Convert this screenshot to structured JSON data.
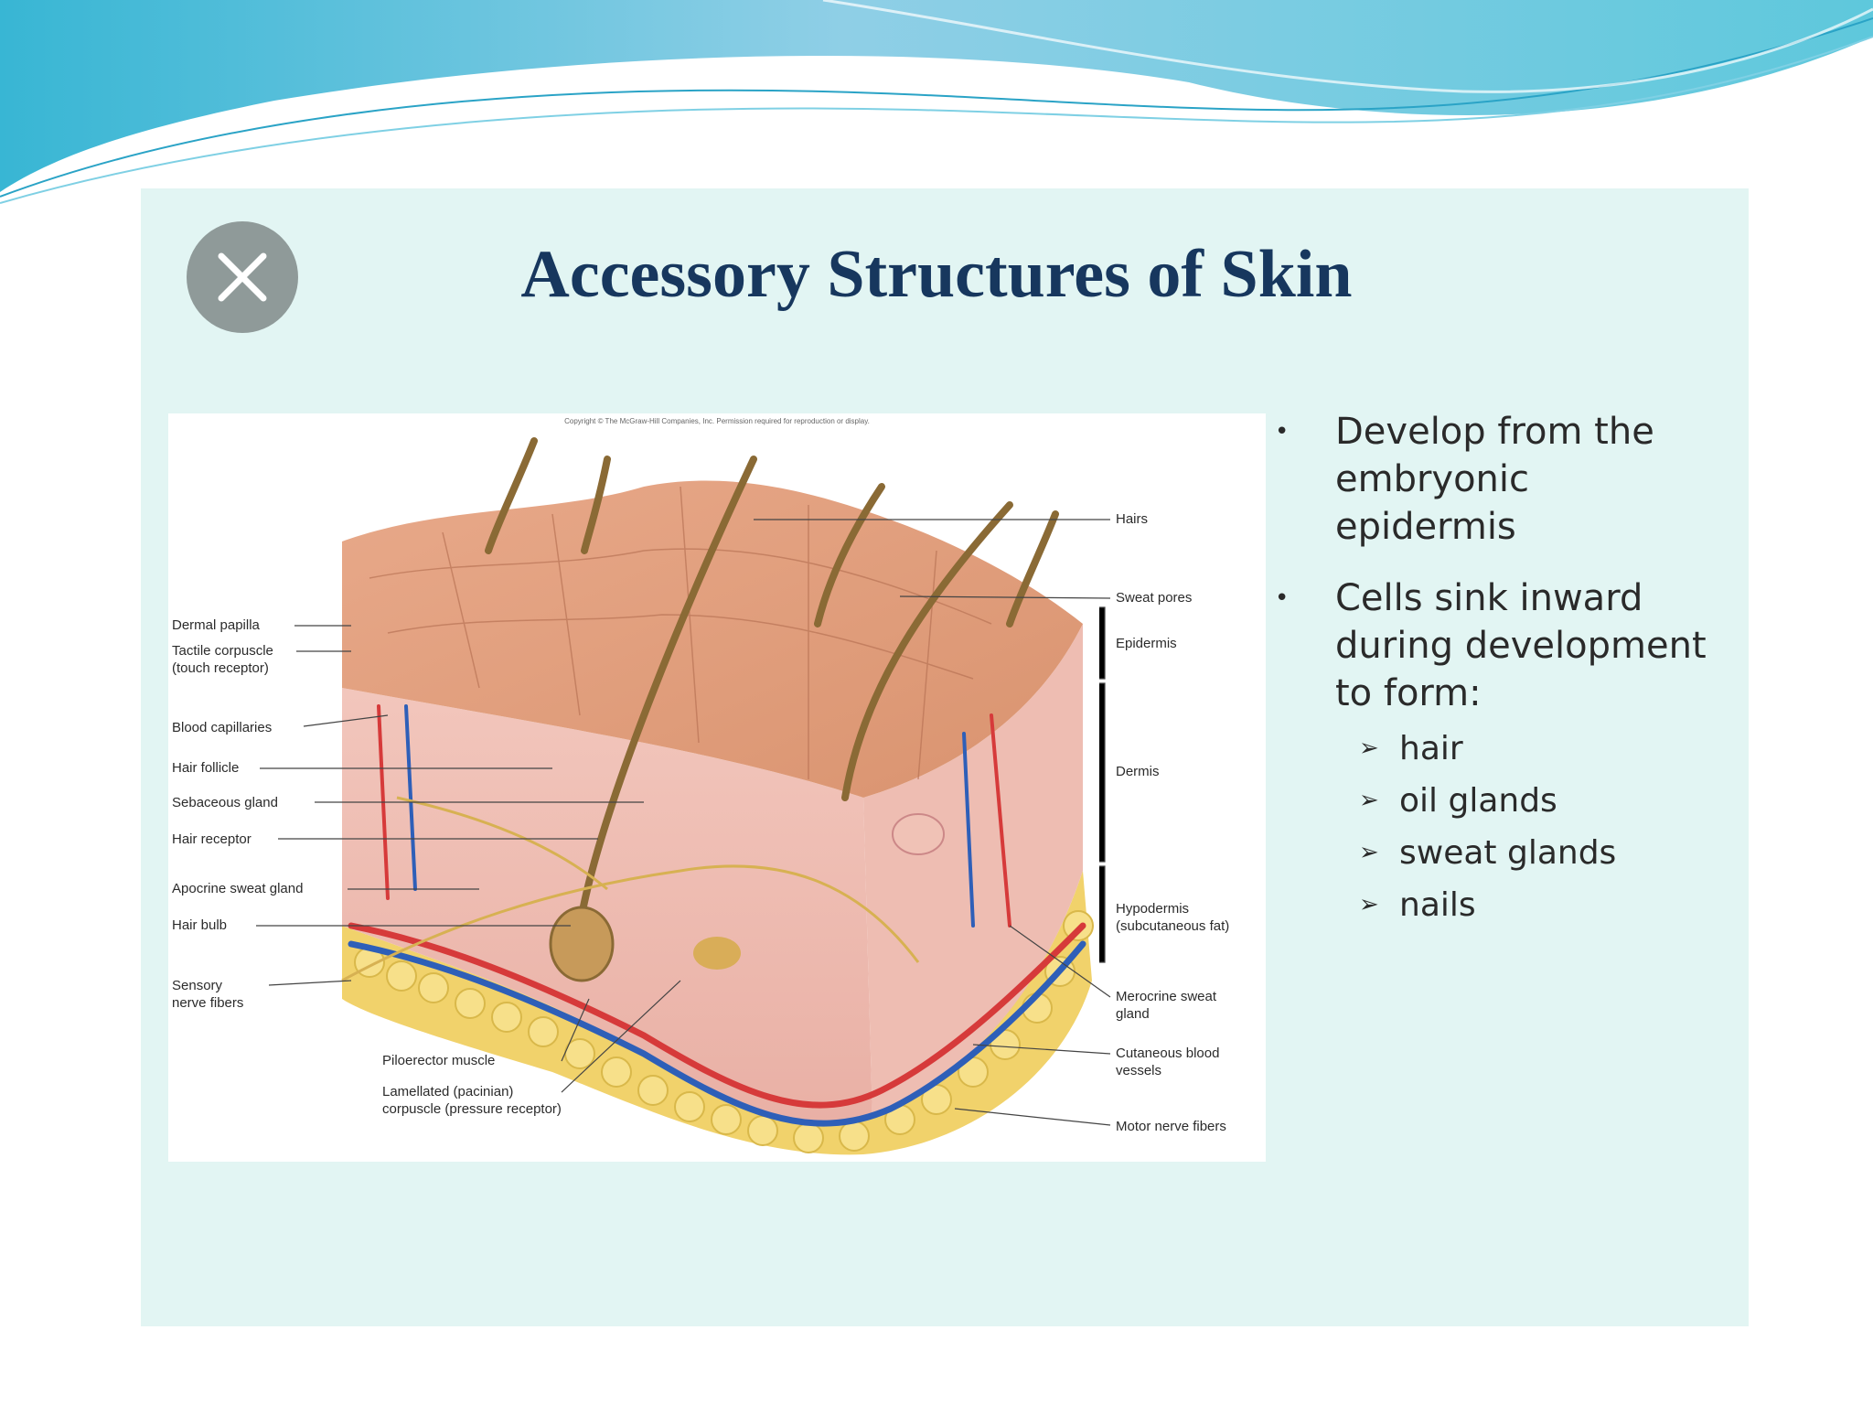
{
  "slide": {
    "title": "Accessory Structures of Skin",
    "close_icon": "close-icon"
  },
  "figure": {
    "copyright": "Copyright © The McGraw-Hill Companies, Inc. Permission required for reproduction or display.",
    "labels": {
      "dermal_papilla": "Dermal papilla",
      "tactile_corpuscle": "Tactile corpuscle\n(touch receptor)",
      "blood_capillaries": "Blood capillaries",
      "hair_follicle": "Hair follicle",
      "sebaceous_gland": "Sebaceous gland",
      "hair_receptor": "Hair receptor",
      "apocrine_sweat_gland": "Apocrine sweat gland",
      "hair_bulb": "Hair bulb",
      "sensory_nerve_fibers": "Sensory\nnerve fibers",
      "arrector_pili": "Piloerector muscle",
      "lamellated_corpuscle": "Lamellated (pacinian)\ncorpuscle (pressure receptor)",
      "hairs": "Hairs",
      "sweat_pores": "Sweat pores",
      "epidermis": "Epidermis",
      "dermis": "Dermis",
      "hypodermis": "Hypodermis\n(subcutaneous fat)",
      "merocrine_sweat_gland": "Merocrine sweat\ngland",
      "cutaneous_blood_vessels": "Cutaneous blood\nvessels",
      "motor_nerve_fibers": "Motor nerve fibers"
    }
  },
  "bullets": {
    "b1": "Develop from the embryonic epidermis",
    "b2": "Cells sink inward during development to form:",
    "sub": [
      "hair",
      "oil glands",
      "sweat glands",
      "nails"
    ]
  },
  "colors": {
    "title": "#17375e",
    "slide_bg": "#e2f5f3",
    "wave": "#4fb8d6"
  }
}
